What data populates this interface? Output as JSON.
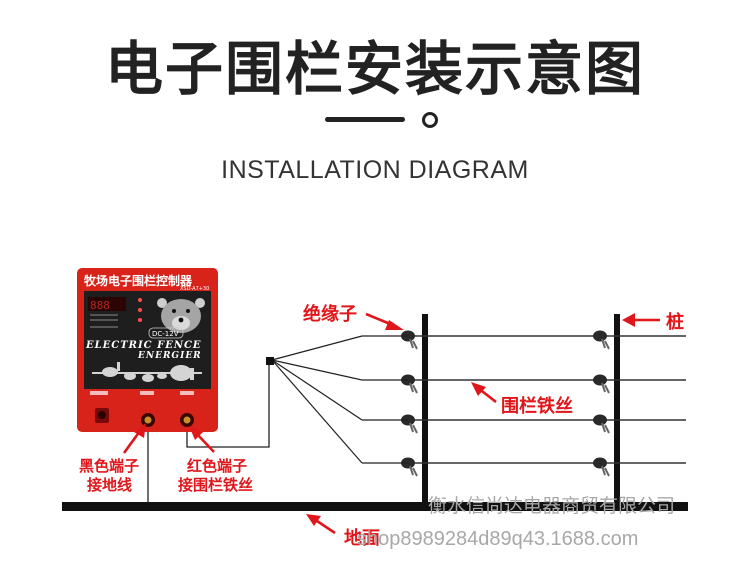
{
  "header": {
    "title": "电子围栏安装示意图",
    "subtitle": "INSTALLATION DIAGRAM"
  },
  "device": {
    "name_cn": "牧场电子围栏控制器",
    "model": "XSD-A7+30",
    "voltage": "DC-12V",
    "name_en_1": "ELECTRIC FENCE",
    "name_en_2": "ENERGIER"
  },
  "labels": {
    "insulator": "绝缘子",
    "post": "桩",
    "fence_wire": "围栏铁丝",
    "black_terminal_1": "黑色端子",
    "black_terminal_2": "接地线",
    "red_terminal_1": "红色端子",
    "red_terminal_2": "接围栏铁丝",
    "ground": "地面"
  },
  "watermark": {
    "company": "衡水信尚达电器商贸有限公司",
    "shop": "shop8989284d89q43.1688.com"
  },
  "colors": {
    "accent_red": "#e0161b",
    "device_red": "#d8231b",
    "device_black": "#1e1e1e",
    "line": "#111111"
  }
}
